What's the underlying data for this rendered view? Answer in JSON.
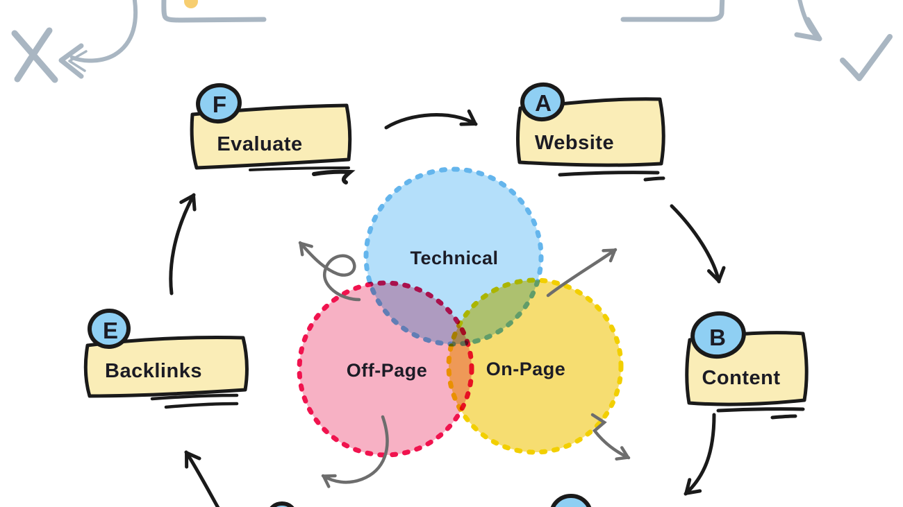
{
  "cycle": {
    "badge_fill": "#8FCFF3",
    "box_fill": "#FAEDB7",
    "nodes": [
      {
        "letter": "A",
        "label": "Website"
      },
      {
        "letter": "B",
        "label": "Content"
      },
      {
        "letter": "E",
        "label": "Backlinks"
      },
      {
        "letter": "F",
        "label": "Evaluate"
      }
    ]
  },
  "venn": {
    "circles": [
      {
        "label": "Technical",
        "fill": "#B4DFFA",
        "stroke": "#64B5EC"
      },
      {
        "label": "Off-Page",
        "fill": "#F7B1C4",
        "stroke": "#F0134E"
      },
      {
        "label": "On-Page",
        "fill": "#F6DD71",
        "stroke": "#F2CF00"
      }
    ]
  },
  "colors": {
    "ink": "#1A1A1A",
    "text": "#1B1B24",
    "arrow_gray": "#6D6D6D",
    "sketch_gray": "#A9B6C2",
    "dot_yellow": "#F7CE70",
    "background": "#FFFFFF"
  },
  "sketch_icons": [
    "window-frame-corner-left",
    "window-frame-corner-right",
    "yellow-dot",
    "x-mark",
    "curved-arrow-to-x",
    "curved-arrow-down-right",
    "checkmark"
  ]
}
